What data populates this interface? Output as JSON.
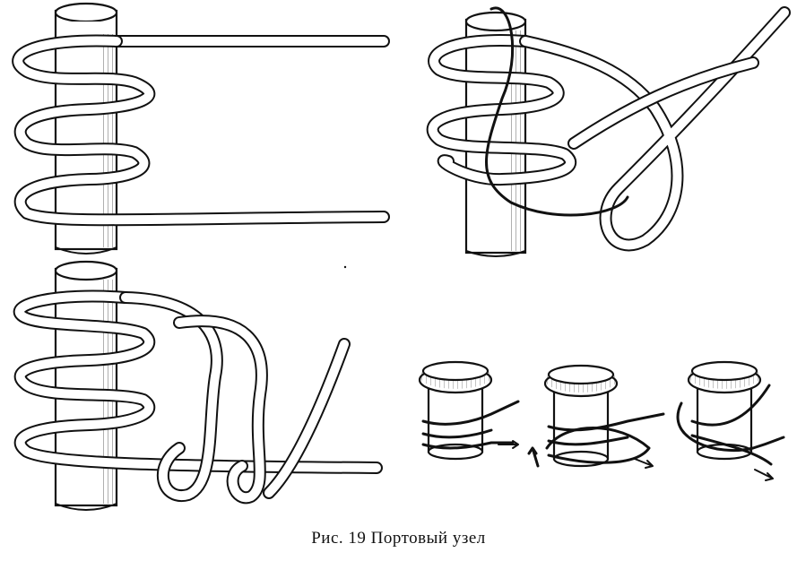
{
  "figure": {
    "caption": "Рис. 19  Портовый узел"
  },
  "panels": [
    {
      "id": "a",
      "content": "wraps-around-post"
    },
    {
      "id": "b",
      "content": "working-end-looped"
    },
    {
      "id": "c",
      "content": "end-tucked-through-turns"
    },
    {
      "id": "d",
      "content": "bollard-tying-sequence"
    }
  ]
}
